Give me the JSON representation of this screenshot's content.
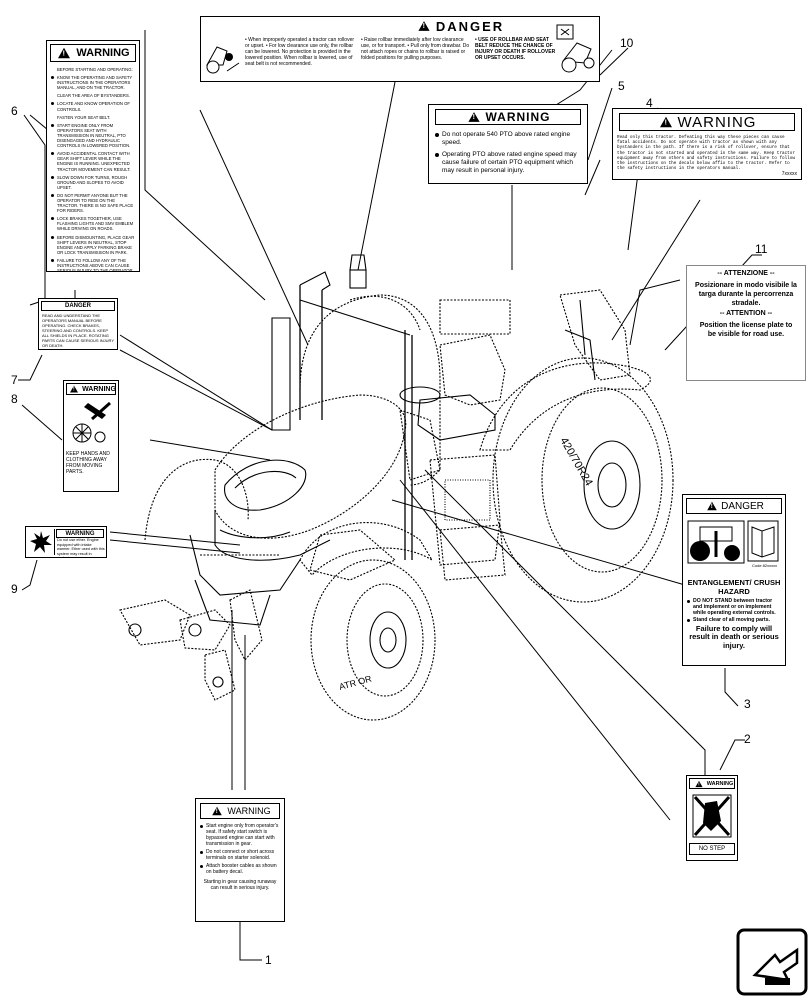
{
  "callouts": [
    "1",
    "2",
    "3",
    "4",
    "5",
    "6",
    "7",
    "8",
    "9",
    "10",
    "11"
  ],
  "decal_10": {
    "title": "DANGER",
    "col1": "• When improperly operated a tractor can rollover or upset. • For low clearance use only, the rollbar can be lowered. No protection is provided in the lowered position. When rollbar is lowered, use of seat belt is not recommended.",
    "col2": "• Raise rollbar immediately after low clearance use, or for transport. • Pull only from drawbar. Do not attach ropes or chains to rollbar is raised or folded positions for pulling purposes.",
    "col3": "• USE OF ROLLBAR AND SEAT BELT REDUCE THE CHANCE OF INJURY OR DEATH IF ROLLOVER OR UPSET OCCURS."
  },
  "decal_6": {
    "title": "WARNING",
    "lines": [
      "BEFORE STARTING AND OPERATING:",
      "KNOW THE OPERATING AND SAFETY INSTRUCTIONS IN THE OPERATORS MANUAL, AND ON THE TRACTOR.",
      "CLEAR THE AREA OF BYSTANDERS.",
      "LOCATE AND KNOW OPERATION OF CONTROLS.",
      "FASTEN YOUR SEAT BELT.",
      "START ENGINE ONLY FROM OPERATORS SEAT WITH TRANSMISSION IN NEUTRAL, PTO DISENGAGED AND HYDRAULIC CONTROLS IN LOWERED POSITION.",
      "AVOID ACCIDENTAL CONTACT WITH GEAR SHIFT LEVER WHILE THE ENGINE IS RUNNING. UNEXPECTED TRACTOR MOVEMENT CAN RESULT.",
      "SLOW DOWN FOR TURNS, ROUGH GROUND AND SLOPES TO AVOID UPSET.",
      "DO NOT PERMIT ANYONE BUT THE OPERATOR TO RIDE ON THE TRACTOR. THERE IS NO SAFE PLACE FOR RIDERS.",
      "LOCK BRAKES TOGETHER, USE FLASHING LIGHTS AND SMV EMBLEM WHILE DRIVING ON ROADS.",
      "BEFORE DISMOUNTING, PLACE GEAR SHIFT LEVERS IN NEUTRAL, STOP ENGINE AND APPLY PARKING BRAKE OR LOCK TRANSMISSION IN PARK.",
      "FAILURE TO FOLLOW ANY OF THE INSTRUCTIONS ABOVE CAN CAUSE SERIOUS INJURY TO THE OPERATOR OR BYSTANDERS."
    ]
  },
  "decal_5": {
    "title": "WARNING",
    "items": [
      "Do not operate 540 PTO above rated engine speed.",
      "Operating PTO above rated engine speed may cause failure of certain PTO equipment which may result in personal injury."
    ]
  },
  "decal_4": {
    "title": "WARNING",
    "text": "Read only this tractor. Defeating this way these pieces can cause fatal accidents. Do not operate with tractor as shown with any bystanders in the path. If there is a risk of rollover, ensure that the tractor is not started and operated in the same way. Keep tractor equipment away from others and safety instructions. Failure to follow the instructions on the decals below affix to the tractor. Refer to the safety instructions in the operators manual.",
    "code": "7xxxxx"
  },
  "decal_7": {
    "title": "DANGER",
    "text": "READ AND UNDERSTAND THE OPERATORS MANUAL BEFORE OPERATING. CHECK BRAKES, STEERING AND CONTROLS. KEEP ALL SHIELDS IN PLACE. ROTATING PARTS CAN CAUSE SERIOUS INJURY OR DEATH."
  },
  "decal_8": {
    "title": "WARNING",
    "caption": "KEEP HANDS AND CLOTHING AWAY FROM MOVING PARTS."
  },
  "decal_9": {
    "title": "WARNING",
    "text": "Do not use ether. Engine equipped with intake warmer. Ether used with this system may result in explosion."
  },
  "decal_11": {
    "it_title": "ATTENZIONE",
    "it_text": "Posizionare in modo visibile la targa durante la percorrenza stradale.",
    "en_title": "ATTENTION",
    "en_text": "Position the license plate to be visible for road use."
  },
  "decal_3": {
    "title": "DANGER",
    "code": "Code 82xxxxx",
    "heading": "ENTANGLEMENT/ CRUSH HAZARD",
    "items": [
      "DO NOT STAND between tractor and implement or on implement while operating external controls.",
      "Stand clear of all moving parts."
    ],
    "footer": "Failure to comply will result in death or serious injury."
  },
  "decal_2": {
    "title": "WARNING",
    "caption": "NO STEP"
  },
  "decal_1": {
    "title": "WARNING",
    "items": [
      "Start engine only from operator's seat. If safety start switch is bypassed engine can start with transmission in gear.",
      "Do not connect or short across terminals on starter solenoid.",
      "Attach booster cables as shown on battery decal.",
      "Starting in gear causing runaway can result in serious injury."
    ]
  },
  "tire_text_rear": "420/70R24",
  "tire_text_front": "ATR OR"
}
